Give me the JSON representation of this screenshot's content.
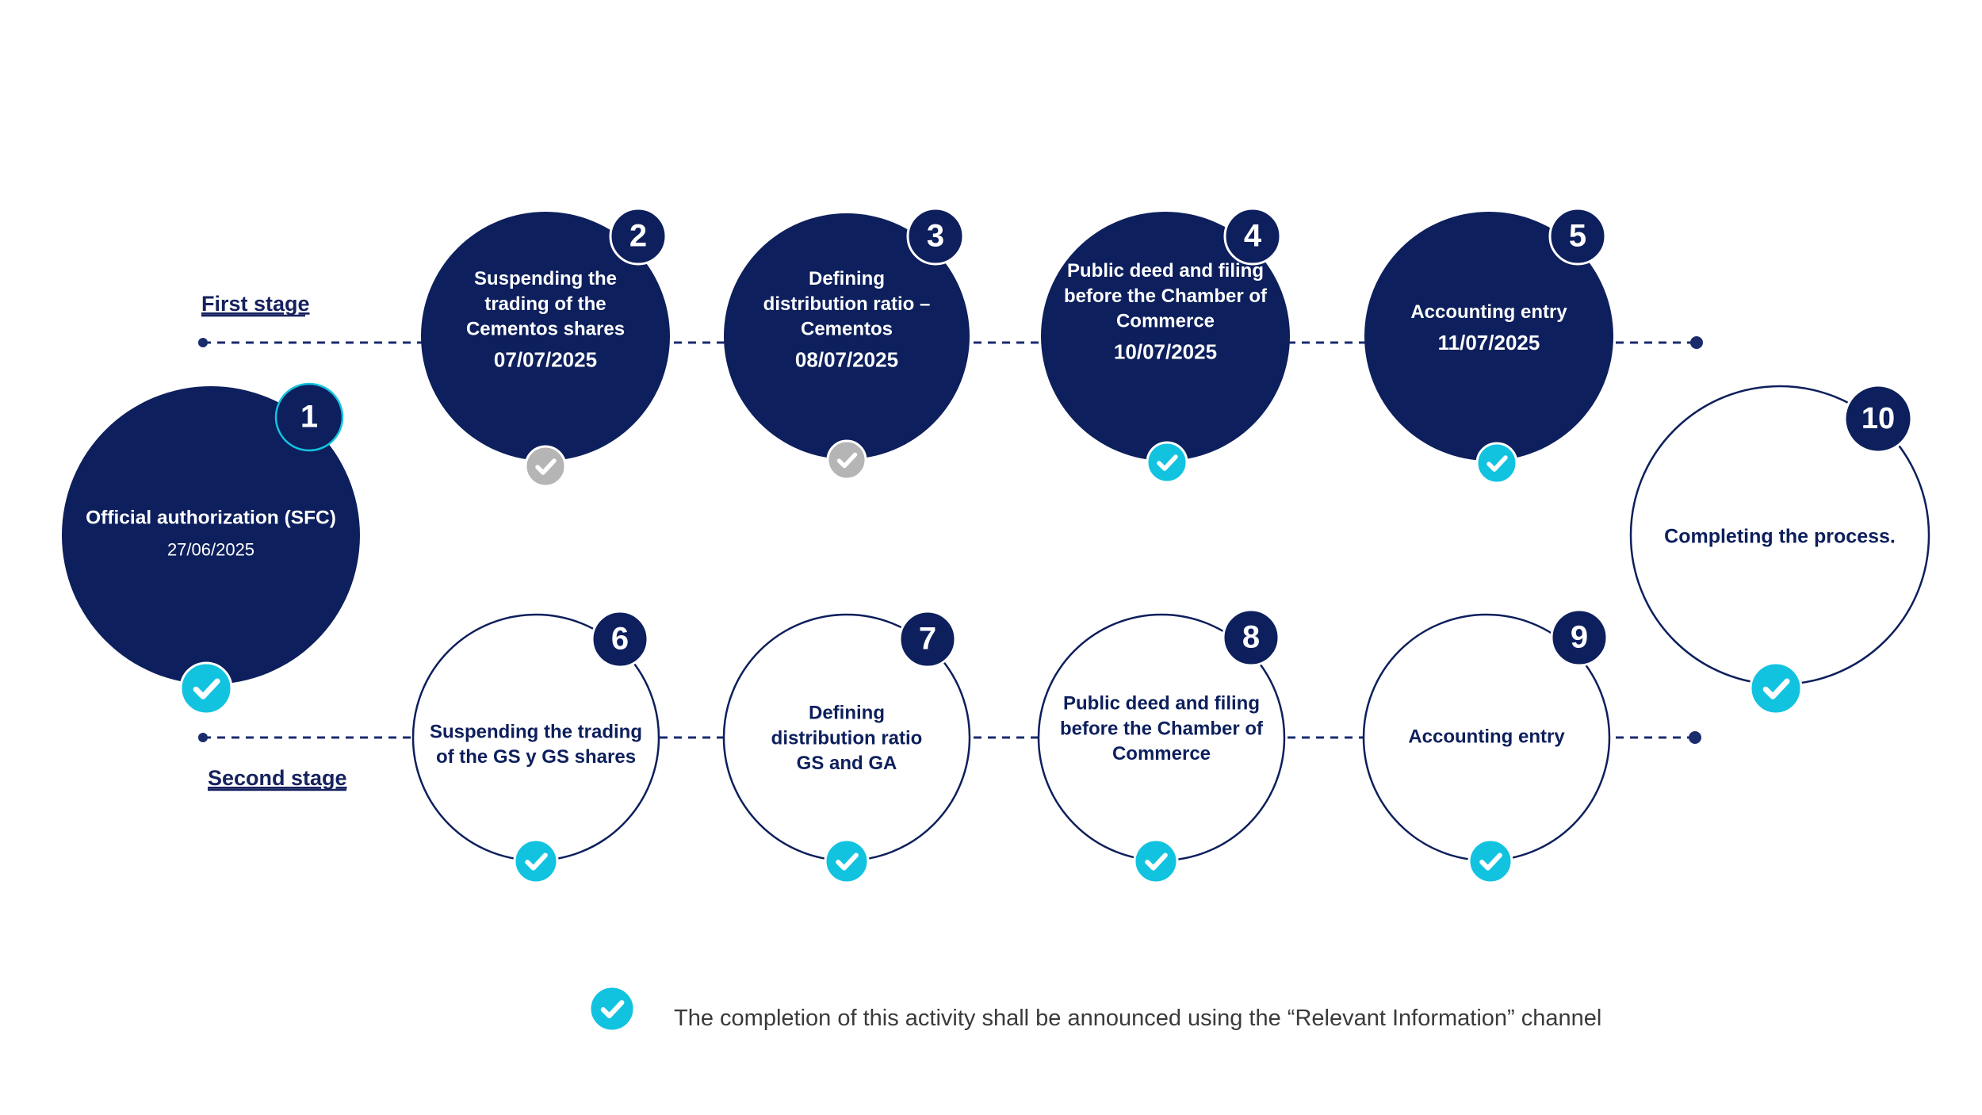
{
  "colors": {
    "navy": "#0d1f5c",
    "accent": "#12c3e0",
    "done_grey": "#b5b5b5",
    "connector": "#1b2c6d",
    "text_on_dark": "#ffffff",
    "text_on_light": "#0d1f5c"
  },
  "stage_labels": {
    "first": "First stage",
    "second": "Second stage"
  },
  "steps": [
    {
      "number": "1",
      "lines": [
        "Official authorization (SFC)"
      ],
      "date": "27/06/2025",
      "style": "filled",
      "check": "accent"
    },
    {
      "number": "2",
      "lines": [
        "Suspending the",
        "trading of the",
        "Cementos shares"
      ],
      "date": "07/07/2025",
      "style": "filled",
      "check": "grey"
    },
    {
      "number": "3",
      "lines": [
        "Defining",
        "distribution ratio –",
        "Cementos"
      ],
      "date": "08/07/2025",
      "style": "filled",
      "check": "grey"
    },
    {
      "number": "4",
      "lines": [
        "Public deed and filing",
        "before the Chamber of",
        "Commerce"
      ],
      "date": "10/07/2025",
      "style": "filled",
      "check": "accent"
    },
    {
      "number": "5",
      "lines": [
        "Accounting entry"
      ],
      "date": "11/07/2025",
      "style": "filled",
      "check": "accent"
    },
    {
      "number": "6",
      "lines": [
        "Suspending the trading",
        "of the GS y GS shares"
      ],
      "date": "",
      "style": "outline",
      "check": "accent"
    },
    {
      "number": "7",
      "lines": [
        "Defining",
        "distribution ratio",
        "GS and GA"
      ],
      "date": "",
      "style": "outline",
      "check": "accent"
    },
    {
      "number": "8",
      "lines": [
        "Public deed and filing",
        "before the Chamber of",
        "Commerce"
      ],
      "date": "",
      "style": "outline",
      "check": "accent"
    },
    {
      "number": "9",
      "lines": [
        "Accounting entry"
      ],
      "date": "",
      "style": "outline",
      "check": "accent"
    },
    {
      "number": "10",
      "lines": [
        "Completing the process."
      ],
      "date": "",
      "style": "outline",
      "check": "accent"
    }
  ],
  "legend": {
    "icon": "check-circle-icon",
    "text": "The completion of this activity shall be announced using the “Relevant Information” channel"
  }
}
